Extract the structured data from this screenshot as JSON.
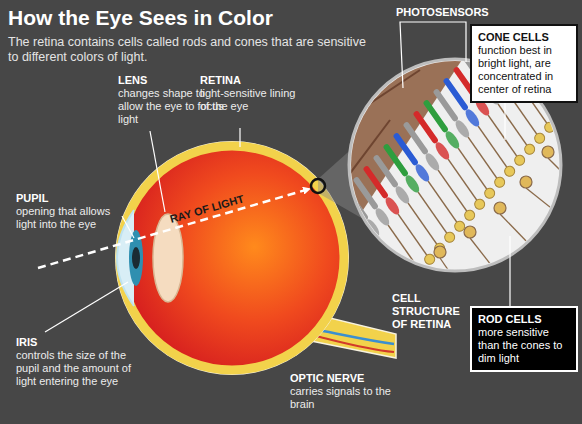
{
  "diagram": {
    "title": "How the Eye Sees in Color",
    "caption": "The retina contains cells called rods and cones that are sensitive to different colors of light.",
    "nodes": [
      {
        "text": [
          "CONE CELLS",
          "function best in bright light, are concentrated in center of retina"
        ]
      },
      {
        "text": [
          "ROD CELLS",
          "more sensitive than the cones to dim light"
        ]
      }
    ],
    "labels": [
      "PHOTOSENSORS",
      "LENS",
      "changes shape to allow the eye to focus light",
      "RETINA",
      "light-sensitive lining of the eye",
      "PUPIL",
      "opening that allows light into the eye",
      "RAY OF LIGHT",
      "IRIS",
      "controls the size of the pupil and the amount of light entering the eye",
      "OPTIC NERVE",
      "carries signals to the brain",
      "CELL STRUCTURE OF RETINA"
    ]
  }
}
